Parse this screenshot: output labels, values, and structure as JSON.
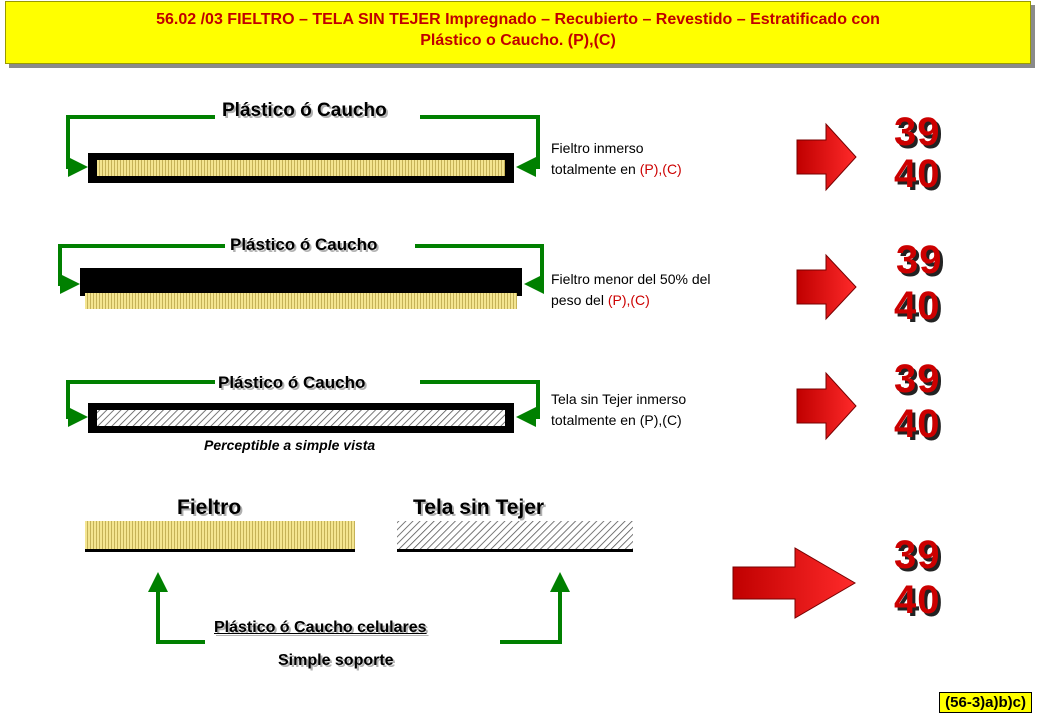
{
  "header": {
    "line1": "56.02 /03 FIELTRO – TELA SIN TEJER Impregnado – Recubierto – Revestido – Estratificado con",
    "line2": "Plástico o Caucho. (P),(C)"
  },
  "rows": [
    {
      "title": "Plástico ó Caucho",
      "note_line1": "Fieltro inmerso",
      "note_line2_prefix": "totalmente en ",
      "note_line2_red": "(P),(C)",
      "codes": [
        "39",
        "40"
      ]
    },
    {
      "title": "Plástico ó Caucho",
      "note_line1": "Fieltro menor del 50% del",
      "note_line2_prefix": "peso del ",
      "note_line2_red": "(P),(C)",
      "codes": [
        "39",
        "40"
      ]
    },
    {
      "title": "Plástico ó Caucho",
      "note_line1": "Tela sin Tejer  inmerso",
      "note_line2_prefix": "totalmente en (P),(C)",
      "note_line2_red": "",
      "caption": "Perceptible a simple vista",
      "codes": [
        "39",
        "40"
      ]
    }
  ],
  "bottom": {
    "label_left": "Fieltro",
    "label_right": "Tela sin Tejer",
    "caption1": "Plástico ó Caucho celulares",
    "caption2": "Simple soporte",
    "codes": [
      "39",
      "40"
    ]
  },
  "footer_badge": "(56-3)a)b)c)",
  "colors": {
    "header_bg": "#ffff00",
    "header_text": "#c00000",
    "arrow_green": "#008000",
    "felt_yellow": "#f2e38a",
    "code_red": "#cc0000"
  }
}
